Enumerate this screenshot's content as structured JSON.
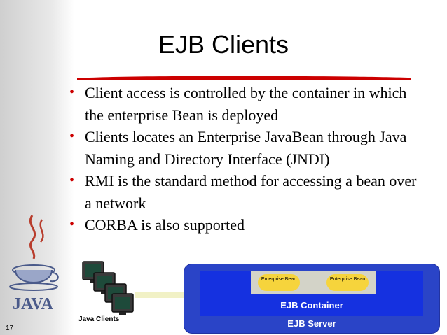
{
  "slide": {
    "title": "EJB Clients",
    "bullets": [
      "Client access is controlled by the container in which the enterprise Bean is deployed",
      "Clients locates an Enterprise JavaBean through Java Naming and Directory Interface (JNDI)",
      "RMI is the standard method for accessing a bean over a network",
      "CORBA is also supported"
    ],
    "page_number": "17",
    "logo_text": "JAVA"
  },
  "diagram": {
    "clients_label": "Java Clients",
    "container_label": "EJB Container",
    "server_label": "EJB Server",
    "beans": [
      "Enterprise Bean",
      "Enterprise Bean"
    ]
  },
  "colors": {
    "title_bar": "#cc0000",
    "server": "#2a44c7",
    "container": "#1531e0",
    "bean": "#f6d43c"
  }
}
